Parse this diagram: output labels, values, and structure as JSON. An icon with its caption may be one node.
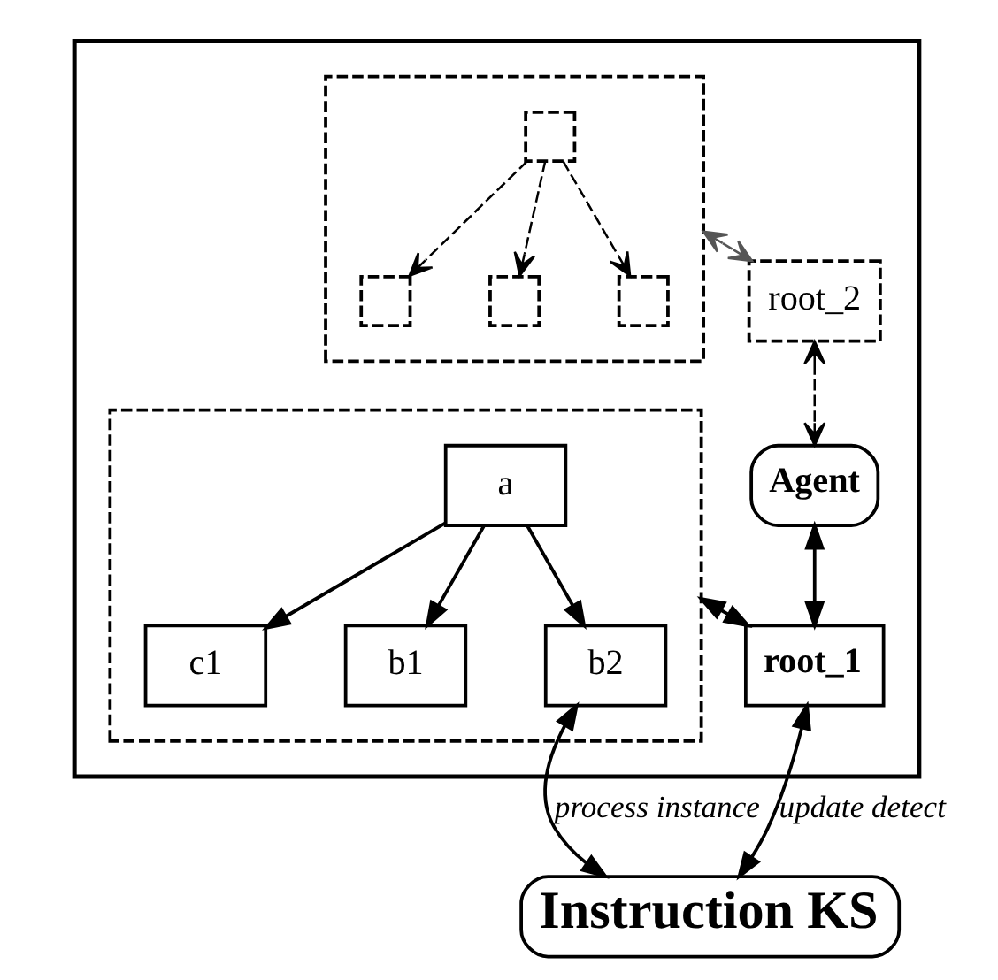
{
  "diagram": {
    "nodes": [
      {
        "text": [],
        "shape": "box"
      },
      {
        "text": [],
        "shape": "box",
        "in": 0
      },
      {
        "text": [],
        "shape": "box",
        "in": 1
      },
      {
        "text": [],
        "shape": "box",
        "in": 1
      },
      {
        "text": [],
        "shape": "box",
        "in": 1
      },
      {
        "text": [],
        "shape": "box",
        "in": 1
      },
      {
        "text": [
          "root_2"
        ],
        "in": 0
      },
      {
        "text": [
          "Agent"
        ],
        "in": 0
      },
      {
        "text": [],
        "shape": "box",
        "in": 0
      },
      {
        "text": [
          "a"
        ],
        "in": 8
      },
      {
        "text": [
          "c1"
        ],
        "in": 8
      },
      {
        "text": [
          "b1"
        ],
        "in": 8
      },
      {
        "text": [
          "b2"
        ],
        "in": 8
      },
      {
        "text": [
          "root_1"
        ],
        "in": 0
      },
      {
        "text": [
          "Instruction KS"
        ]
      }
    ],
    "edges": [
      {
        "from": 2,
        "to": 3,
        "arrow": "to",
        "style": "dashed"
      },
      {
        "from": 2,
        "to": 4,
        "arrow": "to",
        "style": "dashed"
      },
      {
        "from": 2,
        "to": 5,
        "arrow": "to",
        "style": "dashed"
      },
      {
        "from": 1,
        "to": 6,
        "arrow": "both",
        "style": "dashed",
        "color": "#555555"
      },
      {
        "from": 6,
        "to": 7,
        "arrow": "both",
        "style": "dashed"
      },
      {
        "from": 7,
        "to": 13,
        "arrow": "both"
      },
      {
        "from": 9,
        "to": 10,
        "arrow": "to"
      },
      {
        "from": 9,
        "to": 11,
        "arrow": "to"
      },
      {
        "from": 9,
        "to": 12,
        "arrow": "to"
      },
      {
        "from": 8,
        "to": 13,
        "arrow": "both"
      },
      {
        "from": 12,
        "to": 14,
        "arrow": "both",
        "label": "process instance"
      },
      {
        "from": 13,
        "to": 14,
        "arrow": "both",
        "label": "update detect"
      }
    ]
  }
}
